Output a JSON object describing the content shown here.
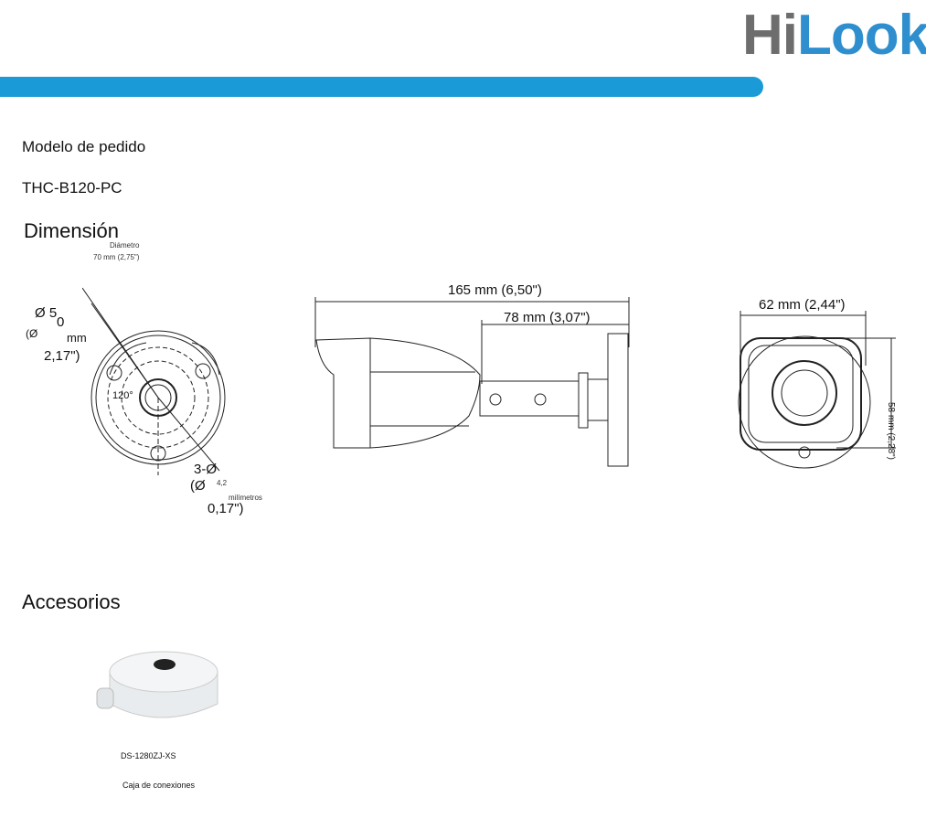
{
  "brand": {
    "logo_text": "HiLook",
    "logo_part1": "Hi",
    "logo_part2": "Look",
    "accent": "#1a9ad6"
  },
  "order": {
    "label": "Modelo de pedido",
    "model": "THC-B120-PC"
  },
  "dimension": {
    "title": "Dimensión",
    "diameter_label": "Diámetro",
    "diameter_value": "70 mm (2,75\")",
    "phi50_a": "Ø 5",
    "phi50_b": "0",
    "phi50_c": "(Ø",
    "phi50_d": "mm",
    "phi50_e": "2,17\")",
    "angle": "120°",
    "holes_a": "3-Ø",
    "holes_b": "(Ø",
    "holes_c": "4,2",
    "holes_d": "milímetros",
    "holes_e": "0,17\")",
    "length_total": "165 mm (6,50\")",
    "length_bracket": "78 mm (3,07\")",
    "front_width": "62 mm (2,44\")",
    "front_height": "58 mm (2,28\")"
  },
  "accessories": {
    "title": "Accesorios",
    "items": [
      {
        "model": "DS-1280ZJ-XS",
        "name": "Caja de conexiones"
      }
    ]
  }
}
